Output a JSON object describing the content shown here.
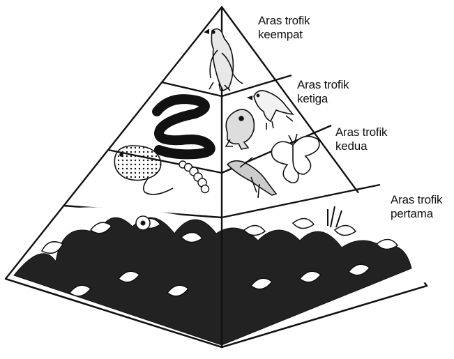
{
  "diagram": {
    "type": "trophic-pyramid",
    "levels": [
      {
        "id": "keempat",
        "line1": "Aras trofik",
        "line2": "keempat",
        "organisms": [
          "eagle-icon"
        ]
      },
      {
        "id": "ketiga",
        "line1": "Aras trofik",
        "line2": "ketiga",
        "organisms": [
          "snake-icon",
          "frog-icon",
          "bird-icon"
        ]
      },
      {
        "id": "kedua",
        "line1": "Aras trofik",
        "line2": "kedua",
        "organisms": [
          "rat-icon",
          "caterpillar-icon",
          "grasshopper-icon",
          "butterfly-icon"
        ]
      },
      {
        "id": "pertama",
        "line1": "Aras trofik",
        "line2": "pertama",
        "organisms": [
          "plants-icon"
        ]
      }
    ],
    "colors": {
      "line": "#111111",
      "background": "#ffffff"
    }
  }
}
